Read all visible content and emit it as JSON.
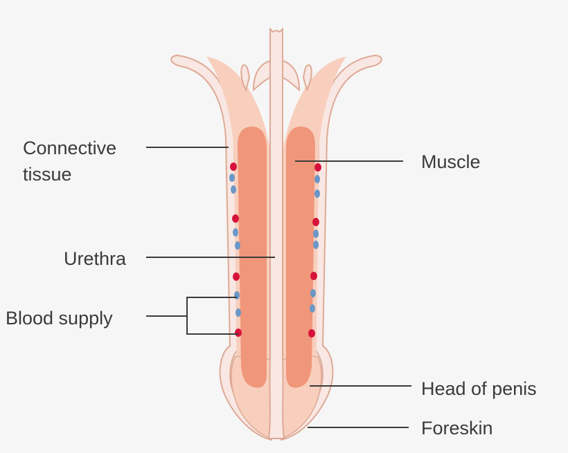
{
  "diagram": {
    "title": "Penis cross-section anatomy",
    "labels": {
      "connective_tissue_line1": "Connective",
      "connective_tissue_line2": "tissue",
      "urethra": "Urethra",
      "blood_supply": "Blood supply",
      "muscle": "Muscle",
      "head_of_penis": "Head of penis",
      "foreskin": "Foreskin"
    },
    "colors": {
      "background": "#f6f6f6",
      "outline": "#dea995",
      "skin_fill": "#f8e7e2",
      "connective_fill": "#f8cfbd",
      "muscle_fill": "#f0967a",
      "artery": "#d6123a",
      "vein": "#6b97c8",
      "leader_line": "#3a3a3a"
    }
  }
}
